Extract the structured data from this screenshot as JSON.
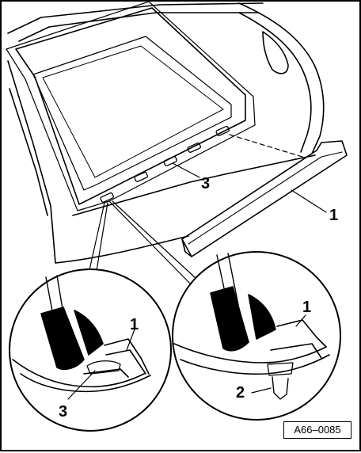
{
  "diagram": {
    "callouts": {
      "main_strip": "1",
      "main_clips": "3",
      "left_detail_strip": "1",
      "left_detail_clip": "3",
      "right_detail_strip": "1",
      "right_detail_pin": "2"
    },
    "reference_code": "A66–0085"
  }
}
